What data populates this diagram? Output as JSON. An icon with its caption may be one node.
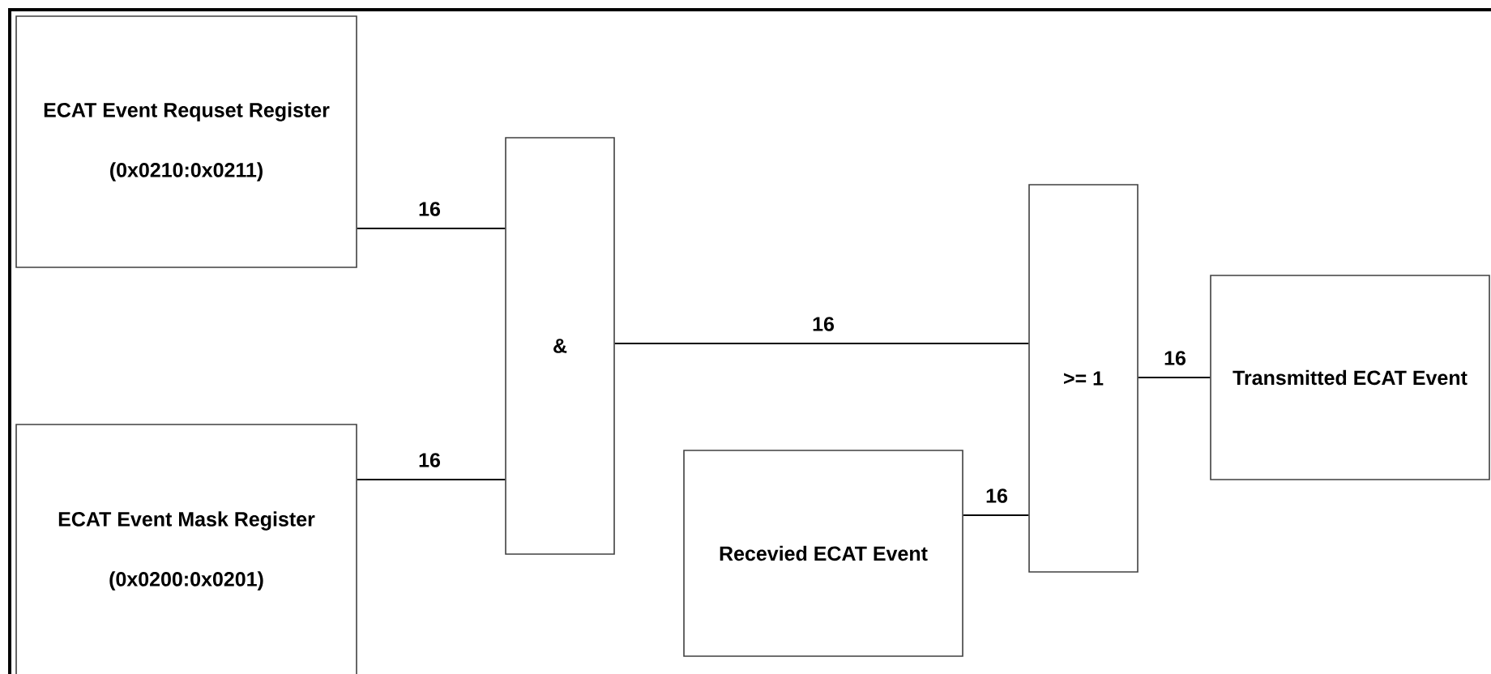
{
  "diagram": {
    "nodes": [
      {
        "text": [
          "ECAT Event Requset Register",
          "(0x0210:0x0211)"
        ]
      },
      {
        "text": [
          "ECAT Event Mask Register",
          "(0x0200:0x0201)"
        ]
      },
      {
        "text": [
          "&"
        ]
      },
      {
        "text": [
          "Recevied ECAT Event"
        ]
      },
      {
        "text": [
          ">= 1"
        ]
      },
      {
        "text": [
          "Transmitted ECAT Event"
        ]
      }
    ],
    "edges": [
      {
        "from": 0,
        "to": 2,
        "arrow": "none",
        "label": "16"
      },
      {
        "from": 1,
        "to": 2,
        "arrow": "none",
        "label": "16"
      },
      {
        "from": 2,
        "to": 4,
        "arrow": "none",
        "label": "16"
      },
      {
        "from": 3,
        "to": 4,
        "arrow": "none",
        "label": "16"
      },
      {
        "from": 4,
        "to": 5,
        "arrow": "none",
        "label": "16"
      }
    ]
  }
}
